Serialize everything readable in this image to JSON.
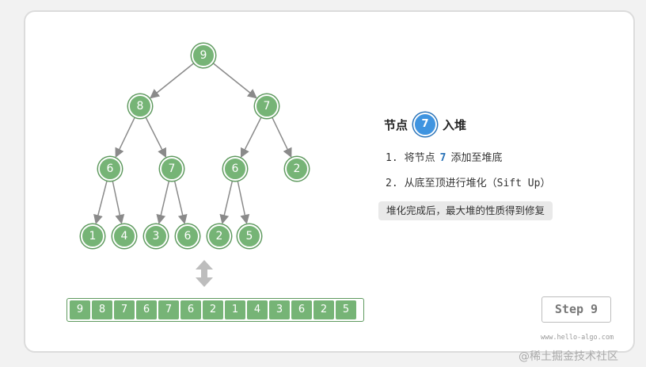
{
  "tree": {
    "nodes": [
      "9",
      "8",
      "7",
      "6",
      "7",
      "6",
      "2",
      "1",
      "4",
      "3",
      "6",
      "2",
      "5"
    ]
  },
  "array": {
    "values": [
      "9",
      "8",
      "7",
      "6",
      "7",
      "6",
      "2",
      "1",
      "4",
      "3",
      "6",
      "2",
      "5"
    ]
  },
  "panel": {
    "title_before": "节点",
    "title_value": "7",
    "title_after": "入堆",
    "step1_num": "1.",
    "step1_before": "将节点",
    "step1_value": "7",
    "step1_after": "添加至堆底",
    "step2_num": "2.",
    "step2_text": "从底至顶进行堆化（Sift Up）",
    "note": "堆化完成后，最大堆的性质得到修复"
  },
  "controls": {
    "step_label": "Step 9"
  },
  "footer": {
    "site": "www.hello-algo.com",
    "watermark": "@稀土掘金技术社区"
  },
  "colors": {
    "node_fill": "#76b476",
    "highlight": "#3f94e0",
    "edge": "#8a8a8a"
  }
}
